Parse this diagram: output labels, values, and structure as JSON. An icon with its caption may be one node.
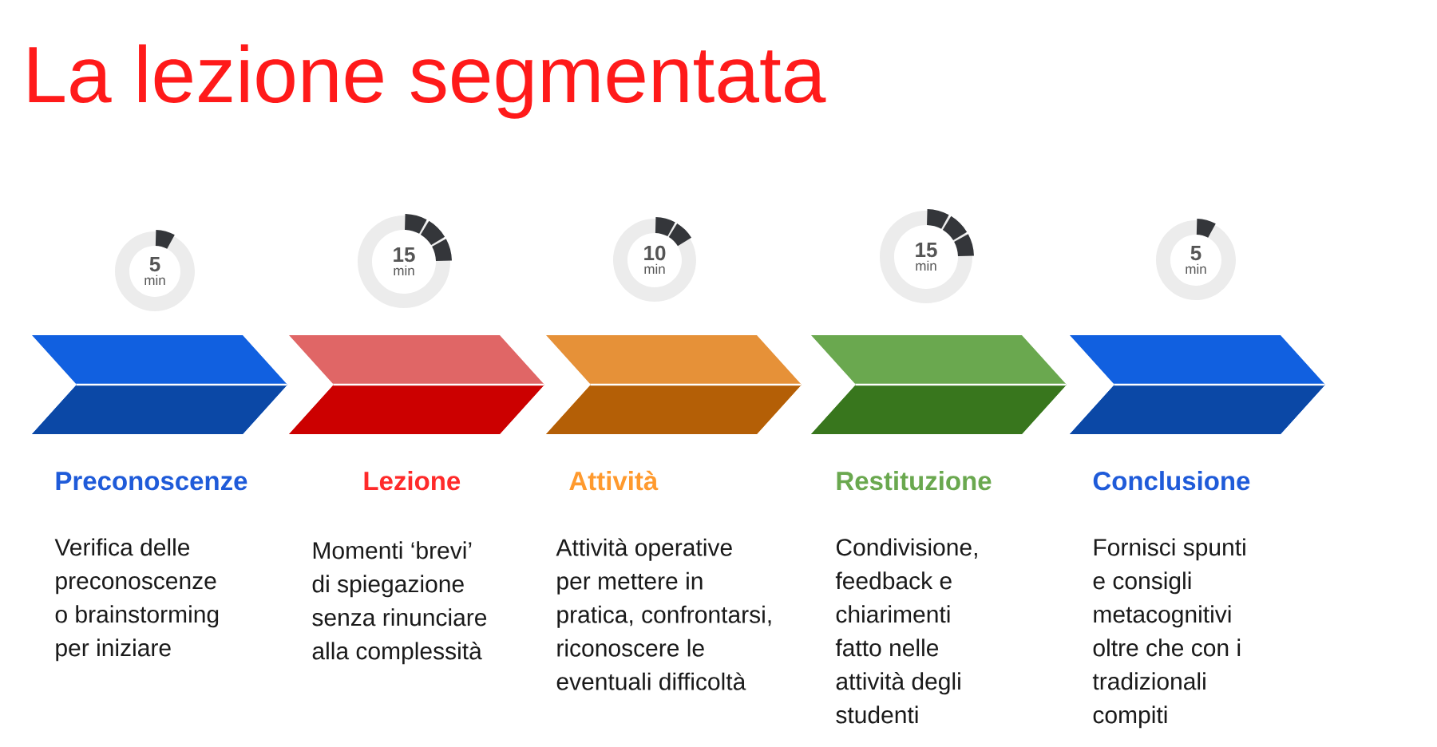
{
  "diagram": {
    "title": "La lezione segmentata",
    "nodes": [
      {
        "text": [
          "Preconoscenze",
          "Verifica delle preconoscenze o brainstorming per iniziare"
        ],
        "beside": [
          "5",
          "min"
        ]
      },
      {
        "text": [
          "Lezione",
          "Momenti ‘brevi’ di spiegazione senza rinunciare alla complessità"
        ],
        "beside": [
          "15",
          "min"
        ]
      },
      {
        "text": [
          "Attività",
          "Attività operative per mettere in pratica, confrontarsi, riconoscere le eventuali difficoltà"
        ],
        "beside": [
          "10",
          "min"
        ]
      },
      {
        "text": [
          "Restituzione",
          "Condivisione, feedback e chiarimenti fatto nelle attività degli studenti"
        ],
        "beside": [
          "15",
          "min"
        ]
      },
      {
        "text": [
          "Conclusione",
          "Fornisci spunti e consigli metacognitivi oltre che con i tradizionali compiti"
        ],
        "beside": [
          "5",
          "min"
        ]
      }
    ]
  }
}
